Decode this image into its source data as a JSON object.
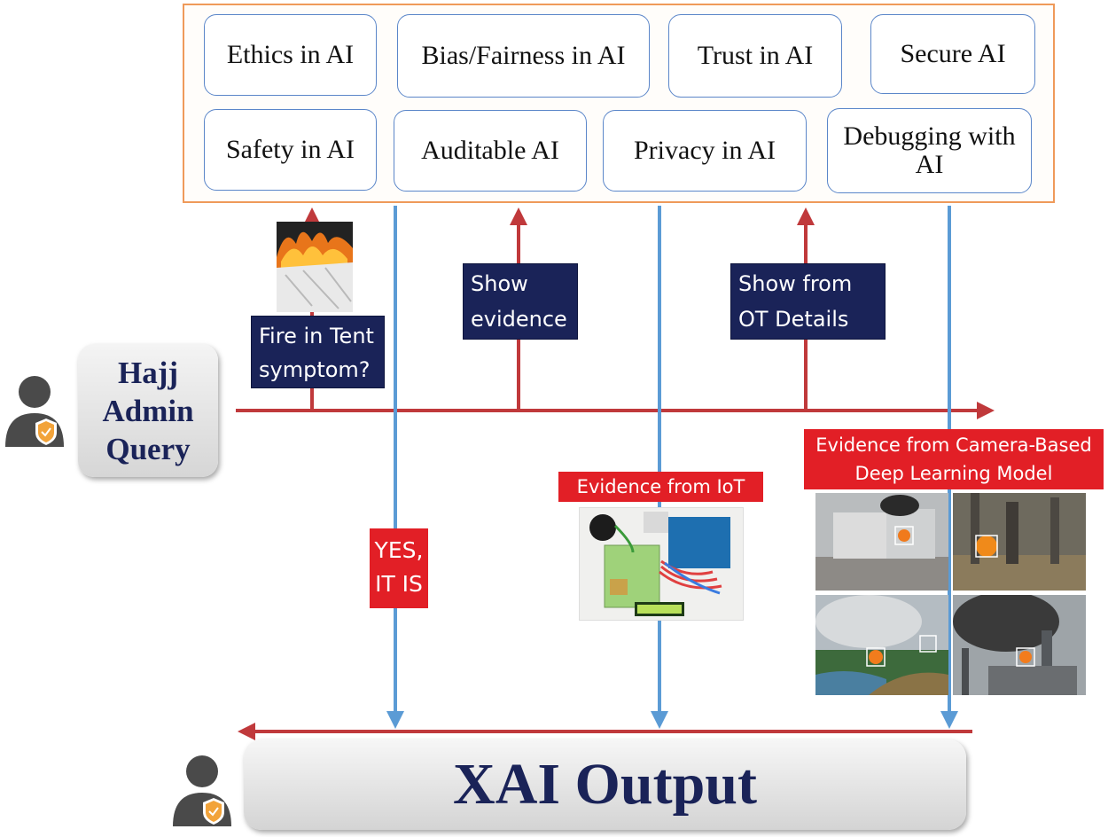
{
  "topics": {
    "ethics": "Ethics in AI",
    "bias": "Bias/Fairness in AI",
    "trust": "Trust in AI",
    "secure": "Secure AI",
    "safety": "Safety in AI",
    "auditable": "Auditable AI",
    "privacy": "Privacy in AI",
    "debugging": "Debugging with AI"
  },
  "query": {
    "title": "Hajj Admin Query",
    "fire_question": "Fire in Tent symptom?",
    "show_evidence": "Show evidence",
    "show_ot": "Show from OT Details"
  },
  "answers": {
    "yes": "YES, IT IS",
    "iot": "Evidence from IoT",
    "camera": "Evidence from Camera-Based Deep Learning Model"
  },
  "output": {
    "title": "XAI Output"
  },
  "colors": {
    "navy": "#1a2358",
    "evidence_red": "#e21f26",
    "arrow_red": "#c0393b",
    "arrow_blue": "#5b9bd5",
    "frame_orange": "#ef9a5a"
  },
  "icons": [
    "admin-user-shield-icon",
    "output-user-shield-icon"
  ]
}
